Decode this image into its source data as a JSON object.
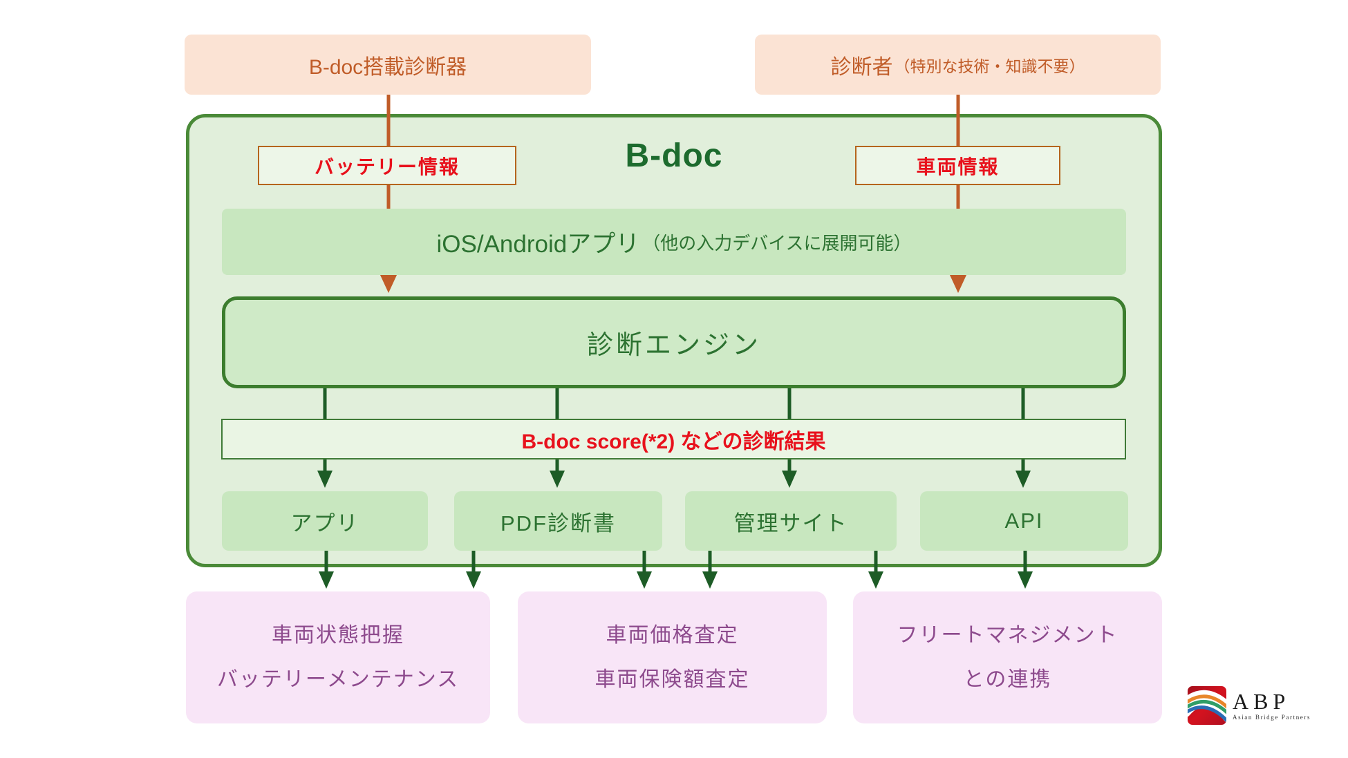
{
  "diagram": {
    "inputs": [
      {
        "label": "B-doc搭載診断器"
      },
      {
        "label": "診断者",
        "note": "（特別な技術・知識不要）"
      }
    ],
    "system": {
      "title": "B-doc",
      "battery_label": "バッテリー情報",
      "vehicle_label": "車両情報",
      "app_bar": {
        "label": "iOS/Androidアプリ",
        "note": "（他の入力デバイスに展開可能）"
      },
      "engine_label": "診断エンジン",
      "result_label": "B-doc score(*2) などの診断結果",
      "outputs": [
        {
          "label": "アプリ"
        },
        {
          "label": "PDF診断書"
        },
        {
          "label": "管理サイト"
        },
        {
          "label": "API"
        }
      ]
    },
    "use_cases": [
      {
        "lines": [
          "車両状態把握",
          "バッテリーメンテナンス"
        ]
      },
      {
        "lines": [
          "車両価格査定",
          "車両保険額査定"
        ]
      },
      {
        "lines": [
          "フリートマネジメント",
          "との連携"
        ]
      }
    ],
    "flows": [
      {
        "from": "B-doc搭載診断器",
        "via": "バッテリー情報",
        "to": "診断エンジン"
      },
      {
        "from": "診断者",
        "via": "車両情報",
        "to": "診断エンジン"
      },
      {
        "from": "診断エンジン",
        "via": "B-doc score(*2) などの診断結果",
        "to": "アプリ / PDF診断書 / 管理サイト / API"
      },
      {
        "from": "アプリ / PDF診断書",
        "to": "車両状態把握・バッテリーメンテナンス"
      },
      {
        "from": "PDF診断書 / 管理サイト",
        "to": "車両価格査定・車両保険額査定"
      },
      {
        "from": "管理サイト / API",
        "to": "フリートマネジメントとの連携"
      }
    ],
    "logo": {
      "name": "ABP",
      "subtext": "Asian Bridge Partners"
    },
    "colors": {
      "input_fill": "#fbe3d4",
      "input_text": "#c05c28",
      "container_fill": "#e1efdb",
      "container_border": "#4a8a38",
      "green_fill": "#c8e7bf",
      "green_text": "#2c7231",
      "title_green": "#1d6b2e",
      "red_text": "#e8111c",
      "label_border": "#b5651d",
      "orange_arrow": "#c05c28",
      "green_arrow": "#1d5c26",
      "purple_fill": "#f8e5f7",
      "purple_text": "#8d4a8d",
      "logo_red": "#c8131f"
    }
  }
}
